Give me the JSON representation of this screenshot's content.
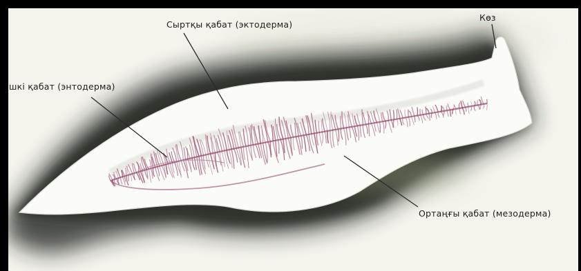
{
  "labels": {
    "outer_layer": "Сыртқы қабат (эктодерма)",
    "eye": "Көз",
    "inner_layer": "шкі қабат (энтодерма)",
    "middle_layer": "Ортаңғы қабат (мезодерма)"
  },
  "colors": {
    "frame": "#000000",
    "shadow": "#23261f",
    "body": "#fbfbf8",
    "mesoderm": "#9a4f72",
    "leader": "#2a2a2a"
  }
}
